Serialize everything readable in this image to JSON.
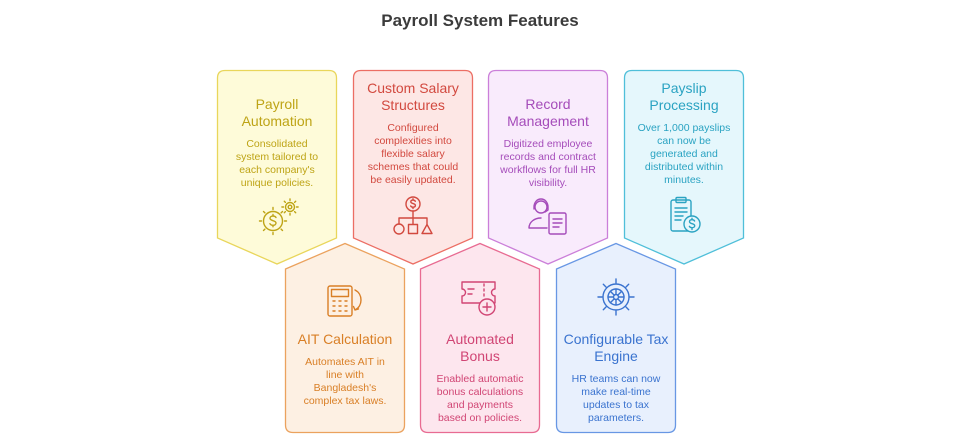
{
  "title": "Payroll System Features",
  "features": [
    {
      "title": "Payroll Automation",
      "description": "Consolidated system tailored to each company's unique policies.",
      "icon": "gears-dollar-icon",
      "colors": {
        "fill": "#fefbd9",
        "stroke": "#e9d65b",
        "text": "#bea416"
      }
    },
    {
      "title": "Custom Salary Structures",
      "description": "Configured complexities into flexible salary schemes that could be easily updated.",
      "icon": "hierarchy-dollar-icon",
      "colors": {
        "fill": "#fde7e5",
        "stroke": "#ec6e64",
        "text": "#d2493f"
      }
    },
    {
      "title": "Record Management",
      "description": "Digitized employee records and contract workflows for full HR visibility.",
      "icon": "employee-record-icon",
      "colors": {
        "fill": "#f9ebfc",
        "stroke": "#cb7fd9",
        "text": "#a54cba"
      }
    },
    {
      "title": "Payslip Processing",
      "description": "Over 1,000 payslips can now be generated and distributed within minutes.",
      "icon": "payslip-dollar-icon",
      "colors": {
        "fill": "#e5f7fc",
        "stroke": "#4fbfd9",
        "text": "#2aa3c2"
      }
    },
    {
      "title": "AIT Calculation",
      "description": "Automates AIT in line with Bangladesh's complex tax laws.",
      "icon": "calculator-refresh-icon",
      "colors": {
        "fill": "#fdf0e3",
        "stroke": "#eba25e",
        "text": "#d97f26"
      }
    },
    {
      "title": "Automated Bonus",
      "description": "Enabled automatic bonus calculations and payments based on policies.",
      "icon": "ticket-plus-icon",
      "colors": {
        "fill": "#fde6ee",
        "stroke": "#e86b92",
        "text": "#d14574"
      }
    },
    {
      "title": "Configurable Tax Engine",
      "description": "HR teams can now make real-time updates to tax parameters.",
      "icon": "gear-engine-icon",
      "colors": {
        "fill": "#e8f0fd",
        "stroke": "#6897e4",
        "text": "#3a73cf"
      }
    }
  ]
}
